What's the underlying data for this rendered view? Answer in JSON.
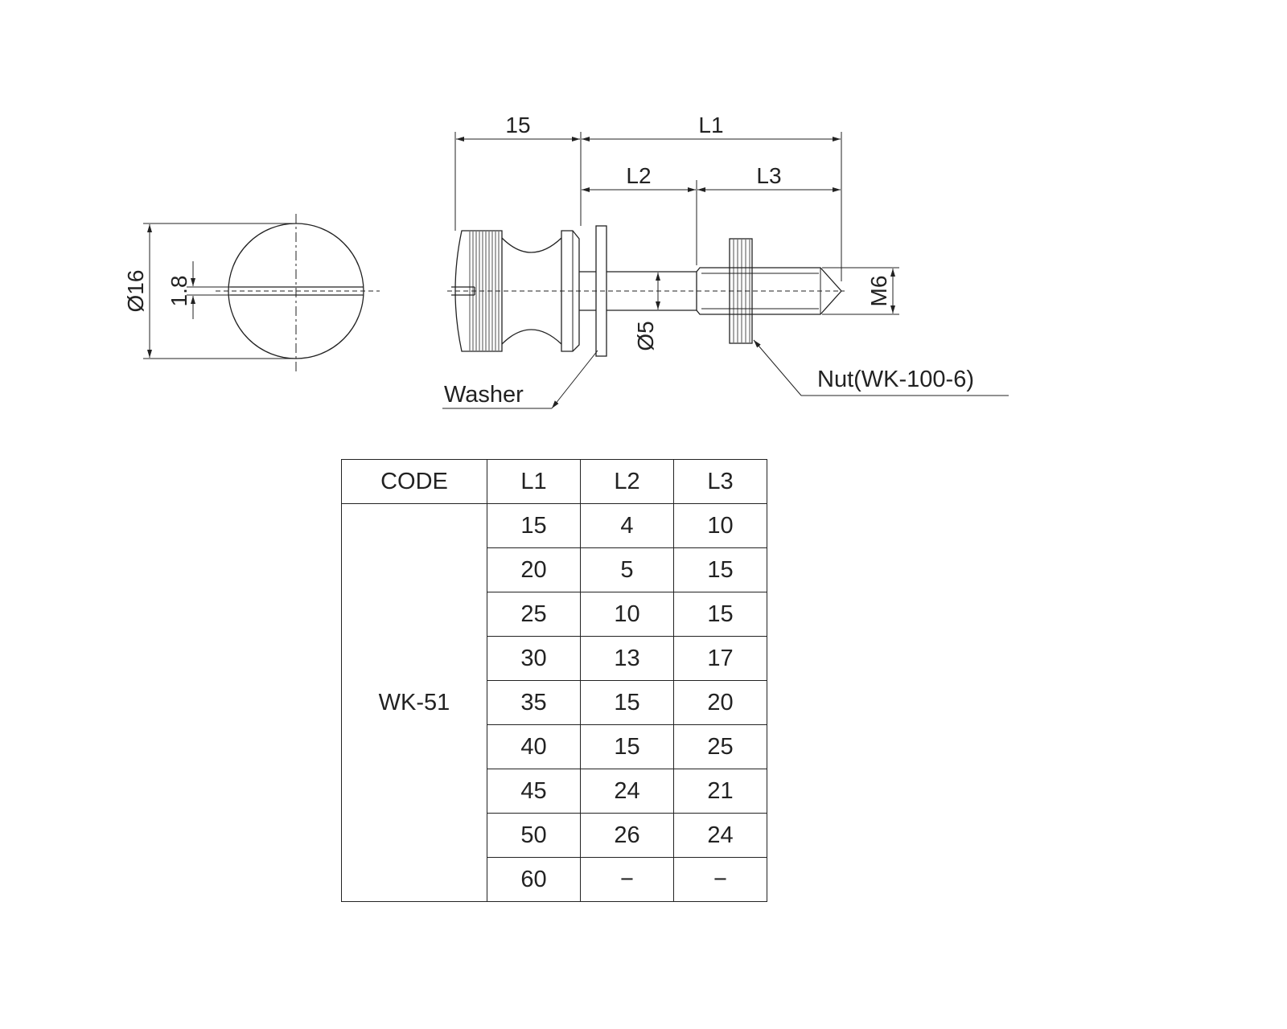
{
  "drawing": {
    "dims": {
      "head_width": "15",
      "l1": "L1",
      "l2": "L2",
      "l3": "L3",
      "head_diameter": "Ø16",
      "slot_width": "1.8",
      "shank_diameter": "Ø5",
      "thread": "M6"
    },
    "callouts": {
      "washer": "Washer",
      "nut": "Nut(WK-100-6)"
    }
  },
  "table": {
    "headers": [
      "CODE",
      "L1",
      "L2",
      "L3"
    ],
    "code": "WK-51",
    "rows": [
      [
        "15",
        "4",
        "10"
      ],
      [
        "20",
        "5",
        "15"
      ],
      [
        "25",
        "10",
        "15"
      ],
      [
        "30",
        "13",
        "17"
      ],
      [
        "35",
        "15",
        "20"
      ],
      [
        "40",
        "15",
        "25"
      ],
      [
        "45",
        "24",
        "21"
      ],
      [
        "50",
        "26",
        "24"
      ],
      [
        "60",
        "−",
        "−"
      ]
    ]
  }
}
